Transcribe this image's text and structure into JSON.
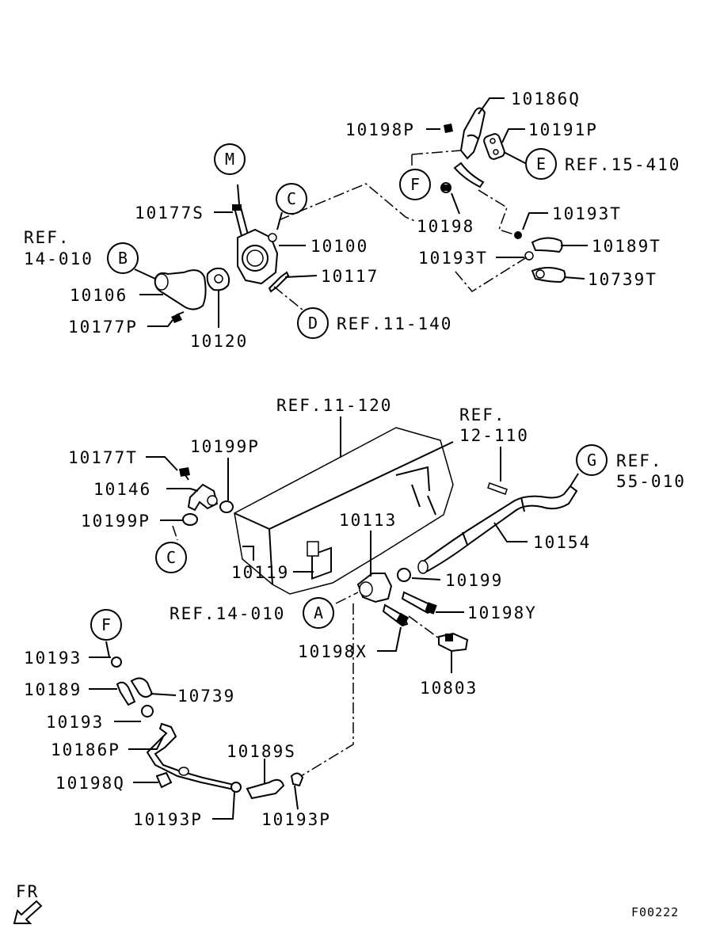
{
  "parts": {
    "p10186Q": "10186Q",
    "p10198P": "10198P",
    "p10191P": "10191P",
    "ref15_410": "REF.15-410",
    "p10198": "10198",
    "p10193T_a": "10193T",
    "p10189T": "10189T",
    "p10193T_b": "10193T",
    "p10739T": "10739T",
    "p10177S": "10177S",
    "p10100": "10100",
    "p10117": "10117",
    "ref14_010_l1": "REF.",
    "ref14_010_l2": "14-010",
    "p10106": "10106",
    "p10177P": "10177P",
    "p10120": "10120",
    "ref11_140": "REF.11-140",
    "ref11_120": "REF.11-120",
    "ref12_110_l1": "REF.",
    "ref12_110_l2": "12-110",
    "ref55_010_l1": "REF.",
    "ref55_010_l2": "55-010",
    "p10177T": "10177T",
    "p10199P_a": "10199P",
    "p10146": "10146",
    "p10199P_b": "10199P",
    "p10113": "10113",
    "p10154": "10154",
    "p10119": "10119",
    "p10199": "10199",
    "ref14_010_b": "REF.14-010",
    "p10198Y": "10198Y",
    "p10198X": "10198X",
    "p10803": "10803",
    "p10193_a": "10193",
    "p10189": "10189",
    "p10739": "10739",
    "p10193_b": "10193",
    "p10186P": "10186P",
    "p10189S": "10189S",
    "p10198Q": "10198Q",
    "p10193P_a": "10193P",
    "p10193P_b": "10193P"
  },
  "callouts": {
    "M": "M",
    "C_top": "C",
    "B": "B",
    "D": "D",
    "E": "E",
    "F_top": "F",
    "G": "G",
    "C_mid": "C",
    "A": "A",
    "F_bottom": "F"
  },
  "footer": {
    "fr_label": "FR",
    "figure_code": "F00222"
  }
}
